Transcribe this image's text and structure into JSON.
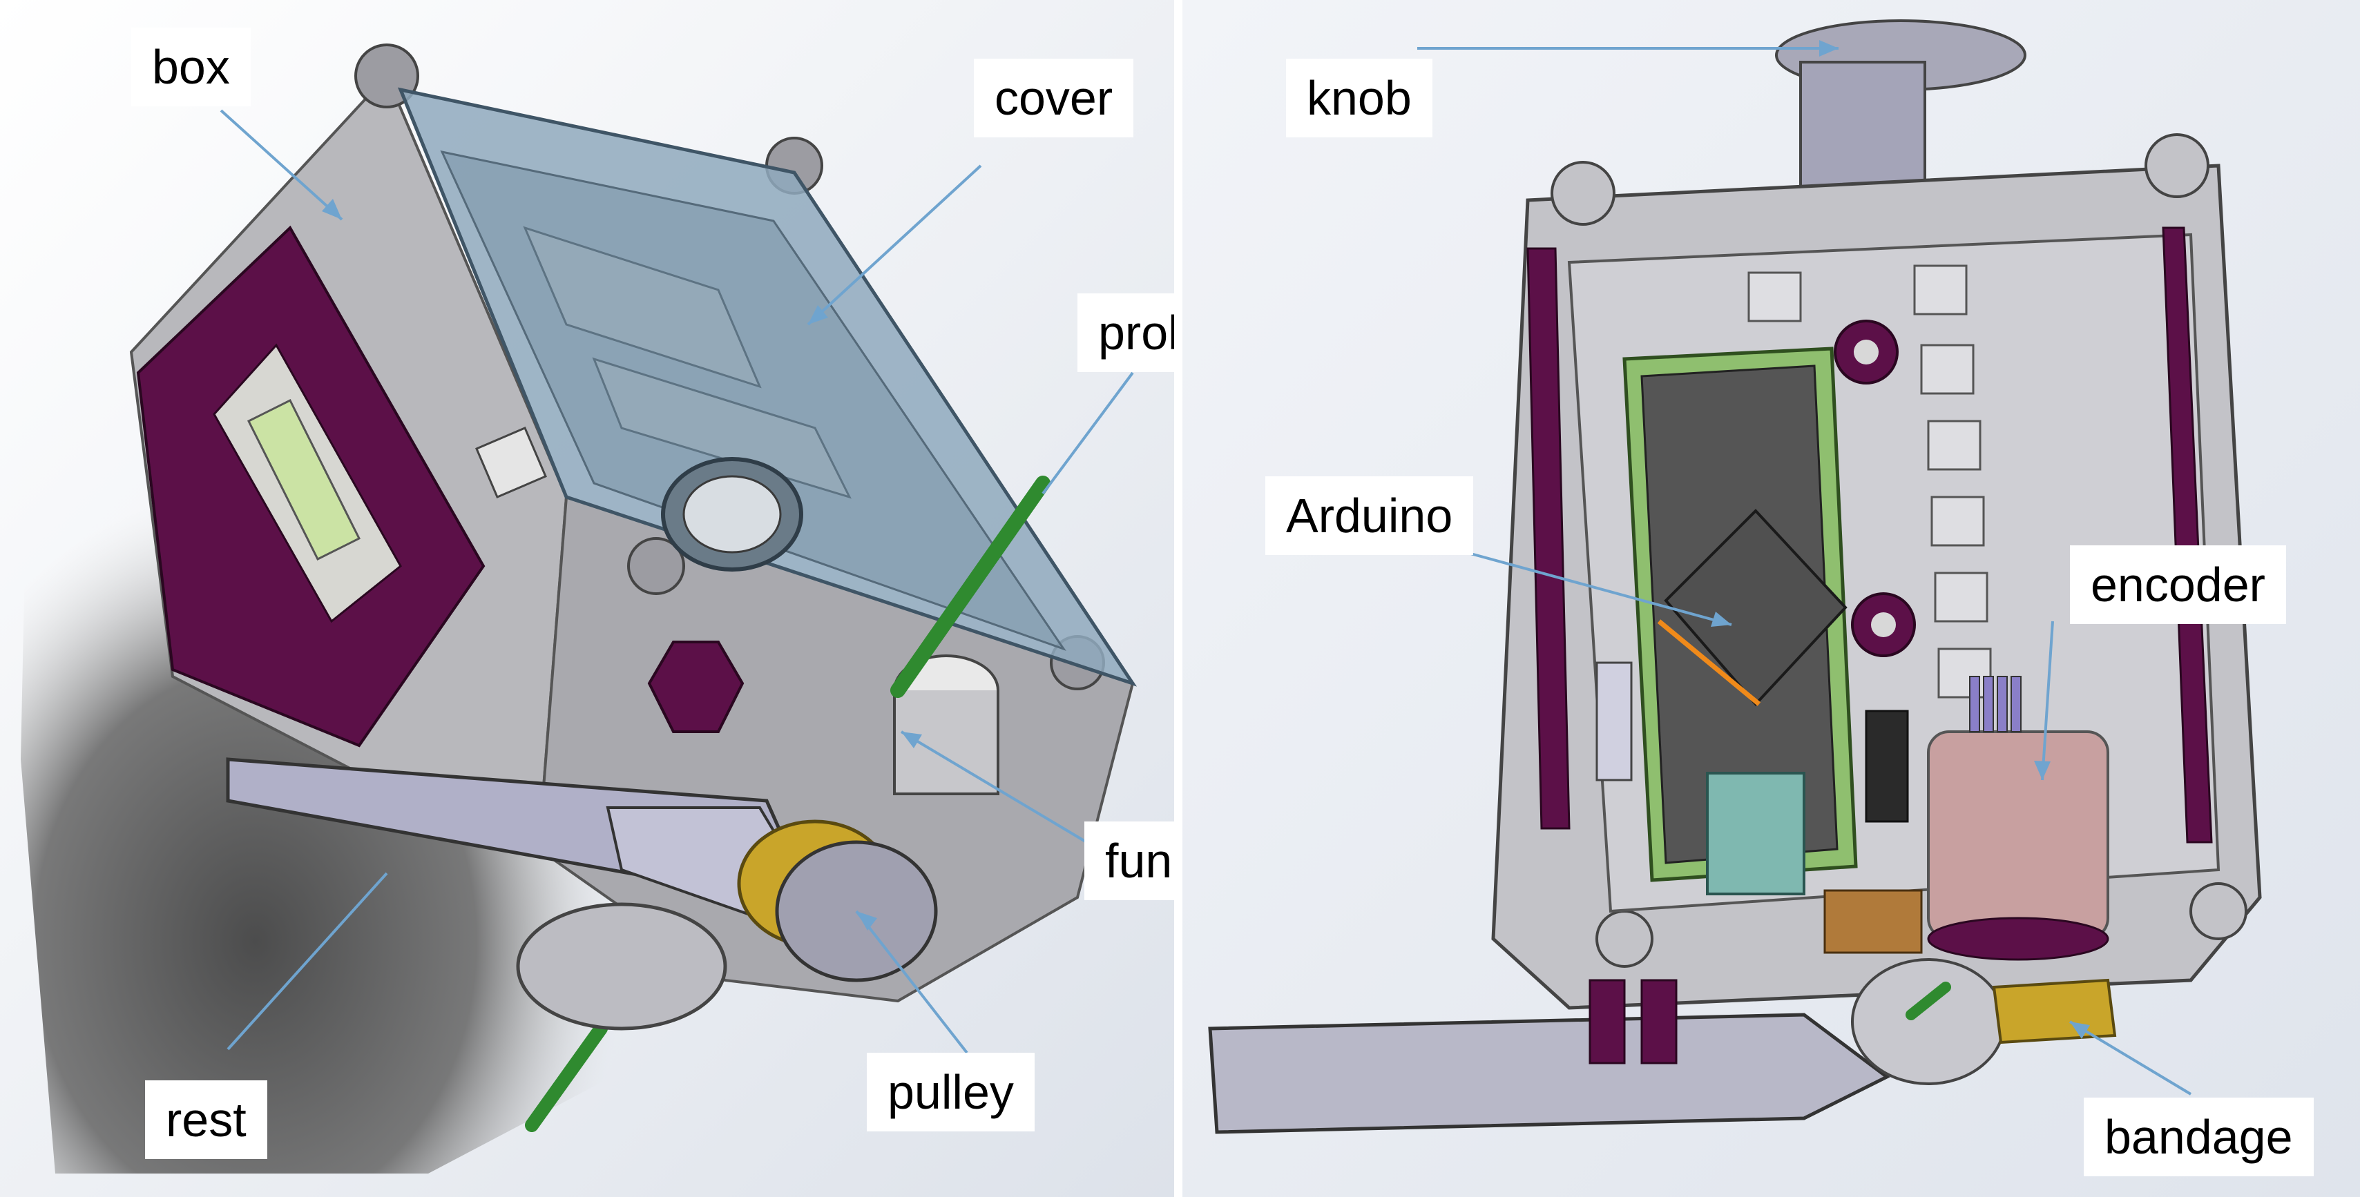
{
  "left_panel": {
    "labels": {
      "box": "box",
      "cover": "cover",
      "probe": "probe",
      "funnel": "funnel",
      "pulley": "pulley",
      "rest": "rest"
    }
  },
  "right_panel": {
    "labels": {
      "knob": "knob",
      "arduino": "Arduino",
      "encoder": "encoder",
      "bandage": "bandage"
    }
  },
  "colors": {
    "body_gray": "#b4b4b8",
    "cover_blue": "#8fa9bd",
    "purple": "#5c1048",
    "green": "#2f8a2f",
    "gold": "#c9a52a",
    "encoder_pink": "#c8a0a0",
    "board_dark": "#555555",
    "board_border": "#8fbf6f",
    "leader_blue": "#6fa4cf"
  }
}
